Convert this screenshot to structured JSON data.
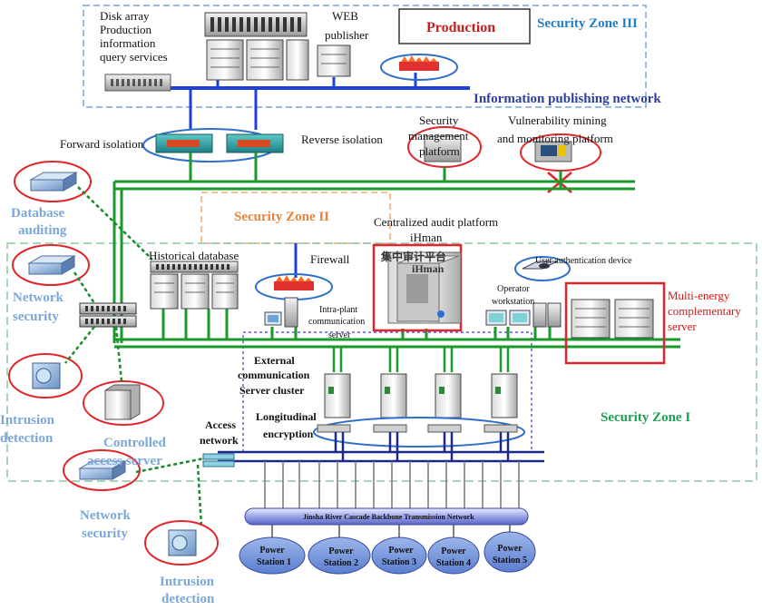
{
  "zones": {
    "zone3": "Security Zone III",
    "zone2": "Security Zone II",
    "zone1": "Security Zone I"
  },
  "networks": {
    "info_pub": "Information publishing network",
    "backbone": "Jinsha River Cascade Backbone Transmission Network"
  },
  "labels": {
    "disk_array_1": "Disk array",
    "disk_array_2": "Production",
    "disk_array_3": "information",
    "disk_array_4": "query services",
    "web_1": "WEB",
    "web_2": "publisher",
    "production": "Production",
    "forward_iso": "Forward isolation",
    "reverse_iso": "Reverse isolation",
    "secmgmt_1": "Security",
    "secmgmt_2": "management",
    "secmgmt_3": "platform",
    "vuln_1": "Vulnerability mining",
    "vuln_2": "and monitoring platform",
    "db_audit_1": "Database",
    "db_audit_2": "auditing",
    "central_1": "Centralized audit platform",
    "central_2": "iHman",
    "ihman_screen": "集中审计平台",
    "ihman_brand": "iHman",
    "historical_db": "Historical database",
    "firewall": "Firewall",
    "user_auth": "User authentication device",
    "operator_1": "Operator",
    "operator_2": "workstation",
    "multi_1": "Multi-energy",
    "multi_2": "complementary",
    "multi_3": "server",
    "netsec1_1": "Network",
    "netsec1_2": "security",
    "intraplant_1": "Intra-plant",
    "intraplant_2": "communication",
    "intraplant_3": "server",
    "external_1": "External",
    "external_2": "communication",
    "external_3": "Server cluster",
    "intrusion1_1": "Intrusion",
    "intrusion1_2": "detection",
    "longitudinal_1": "Longitudinal",
    "longitudinal_2": "encryption",
    "access_1": "Access",
    "access_2": "network",
    "controlled_1": "Controlled",
    "controlled_2": "access server",
    "netsec2_1": "Network",
    "netsec2_2": "security",
    "intrusion2_1": "Intrusion",
    "intrusion2_2": "detection"
  },
  "stations": [
    {
      "line1": "Power",
      "line2": "Station 1"
    },
    {
      "line1": "Power",
      "line2": "Station 2"
    },
    {
      "line1": "Power",
      "line2": "Station 3"
    },
    {
      "line1": "Power",
      "line2": "Station 4"
    },
    {
      "line1": "Power",
      "line2": "Station 5"
    }
  ],
  "colors": {
    "zone3": "#1f7fc4",
    "zone2": "#e8823c",
    "zone1": "#1ea04e",
    "info_net": "#1f3fd6",
    "green_bus": "#1a9a2a",
    "red": "#e0262b",
    "dark_blue_bus": "#1b2a8a",
    "light_blue_label": "#7ba7d8",
    "station": "#6d8fd6"
  }
}
